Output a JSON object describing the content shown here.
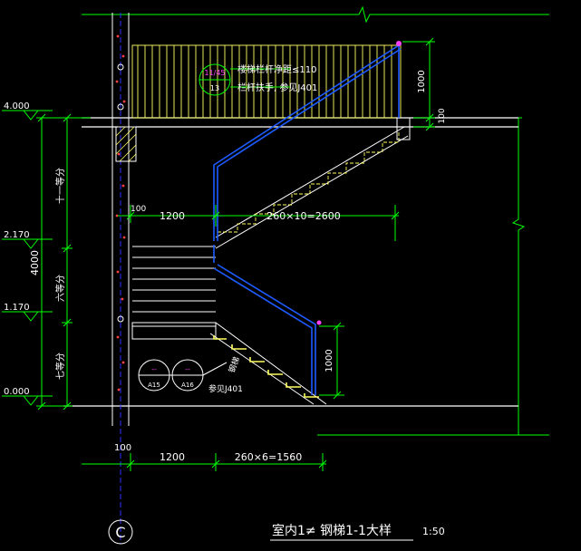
{
  "colors": {
    "background": "#000000",
    "dimension": "#00ff00",
    "structure": "#ffffff",
    "railing": "#1e5bff",
    "guardrail": "#ffff60",
    "label": "#ffffff",
    "callout": "#00ff00",
    "accent": "#ff40ff",
    "column": "#3030ff"
  },
  "elevations": [
    "4.000",
    "2.170",
    "1.170",
    "0.000"
  ],
  "vertical_dims": {
    "total": "4000",
    "flight_upper": "十一等分",
    "flight_mid": "六等分",
    "flight_lower": "七等分"
  },
  "top_dims": {
    "railing_height": "1000",
    "landing_step": "100"
  },
  "stair_dims": {
    "upper_offset": "100",
    "upper_landing": "1200",
    "upper_flight": "260×10=2600",
    "lower_rail_height": "1000",
    "bottom_offset": "100",
    "bottom_landing": "1200",
    "bottom_flight": "260×6=1560"
  },
  "notes": {
    "guardrail_ref_top": "11/45",
    "guardrail_ref_bottom": "13",
    "guardrail_line1": "楼梯栏杆净距≤110",
    "guardrail_line2": "栏杆扶手, 参见J401",
    "steel_stair": "钢梯",
    "bubble_a_top": "--",
    "bubble_a_bottom": "A15",
    "bubble_b_top": "--",
    "bubble_b_bottom": "A16",
    "stair_ref": "参见J401"
  },
  "axis": {
    "label": "C"
  },
  "title": {
    "main": "室内1≠ 钢梯1-1大样",
    "scale": "1:50"
  }
}
